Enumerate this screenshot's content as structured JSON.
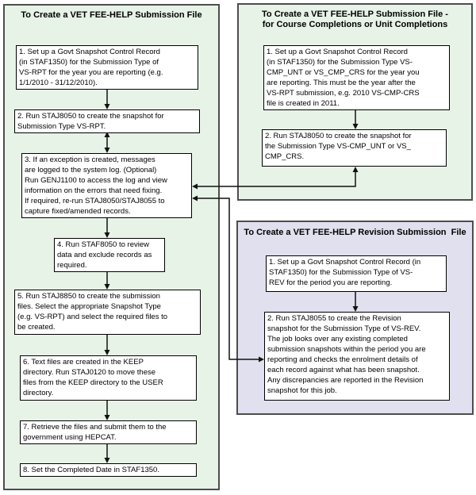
{
  "colors": {
    "panel_green": "#e8f3e8",
    "panel_lavender": "#e0e0ee",
    "panel_border": "#4d4d4d",
    "box_fill": "#ffffff",
    "box_border": "#000000",
    "arrow": "#111111",
    "text": "#000000"
  },
  "panels": {
    "main": {
      "title": "To Create a VET FEE-HELP Submission File",
      "steps": [
        {
          "text": "1. Set up a Govt Snapshot Control Record\n(in STAF1350) for the Submission Type of\nVS-RPT for the year you are reporting (e.g.\n1/1/2010 - 31/12/2010)."
        },
        {
          "text": "2. Run STAJ8050 to create the snapshot for\nSubmission Type VS-RPT."
        },
        {
          "text": "3. If an exception is created, messages\nare logged to the system log. (Optional)\nRun GENJ1100 to access the log and view\ninformation on the errors that need fixing.\nIf required, re-run STAJ8050/STAJ8055 to\ncapture fixed/amended records."
        },
        {
          "text": "4. Run STAF8050 to review\ndata and exclude records as\nrequired."
        },
        {
          "text": "5. Run STAJ8850 to create the submission\nfiles. Select the appropriate Snapshot Type\n(e.g. VS-RPT) and select the required files to\nbe created."
        },
        {
          "text": "6. Text files are created in the KEEP\ndirectory. Run STAJ0120 to move these\nfiles from the KEEP directory to the USER\ndirectory."
        },
        {
          "text": "7. Retrieve the files and submit them to the\ngovernment using HEPCAT."
        },
        {
          "text": "8. Set the Completed Date in STAF1350."
        }
      ]
    },
    "completions": {
      "title": "To Create a VET FEE-HELP Submission File -\nfor Course Completions or Unit Completions",
      "steps": [
        {
          "text": "1. Set up a Govt Snapshot Control Record\n(in STAF1350) for the Submission Type VS-\nCMP_UNT or VS_CMP_CRS for the year you\nare reporting. This must be the year after the\nVS-RPT submission, e.g. 2010 VS-CMP-CRS\nfile is created in 2011."
        },
        {
          "text": "2. Run STAJ8050 to create the snapshot for\nthe Submission Type VS-CMP_UNT or VS_\nCMP_CRS."
        }
      ]
    },
    "revision": {
      "title": "To Create a VET FEE-HELP Revision Submission  File",
      "steps": [
        {
          "text": "1. Set up a Govt Snapshot Control Record (in\nSTAF1350) for the Submission Type of VS-\nREV for the period you are reporting."
        },
        {
          "text": "2. Run STAJ8055 to create the Revision\nsnapshot for the Submission Type of VS-REV.\nThe job looks over any existing completed\nsubmission snapshots within the period you are\nreporting and checks the enrolment details of\neach record against what has been snapshot.\nAny discrepancies are reported in the Revision\nsnapshot for this job."
        }
      ]
    }
  }
}
